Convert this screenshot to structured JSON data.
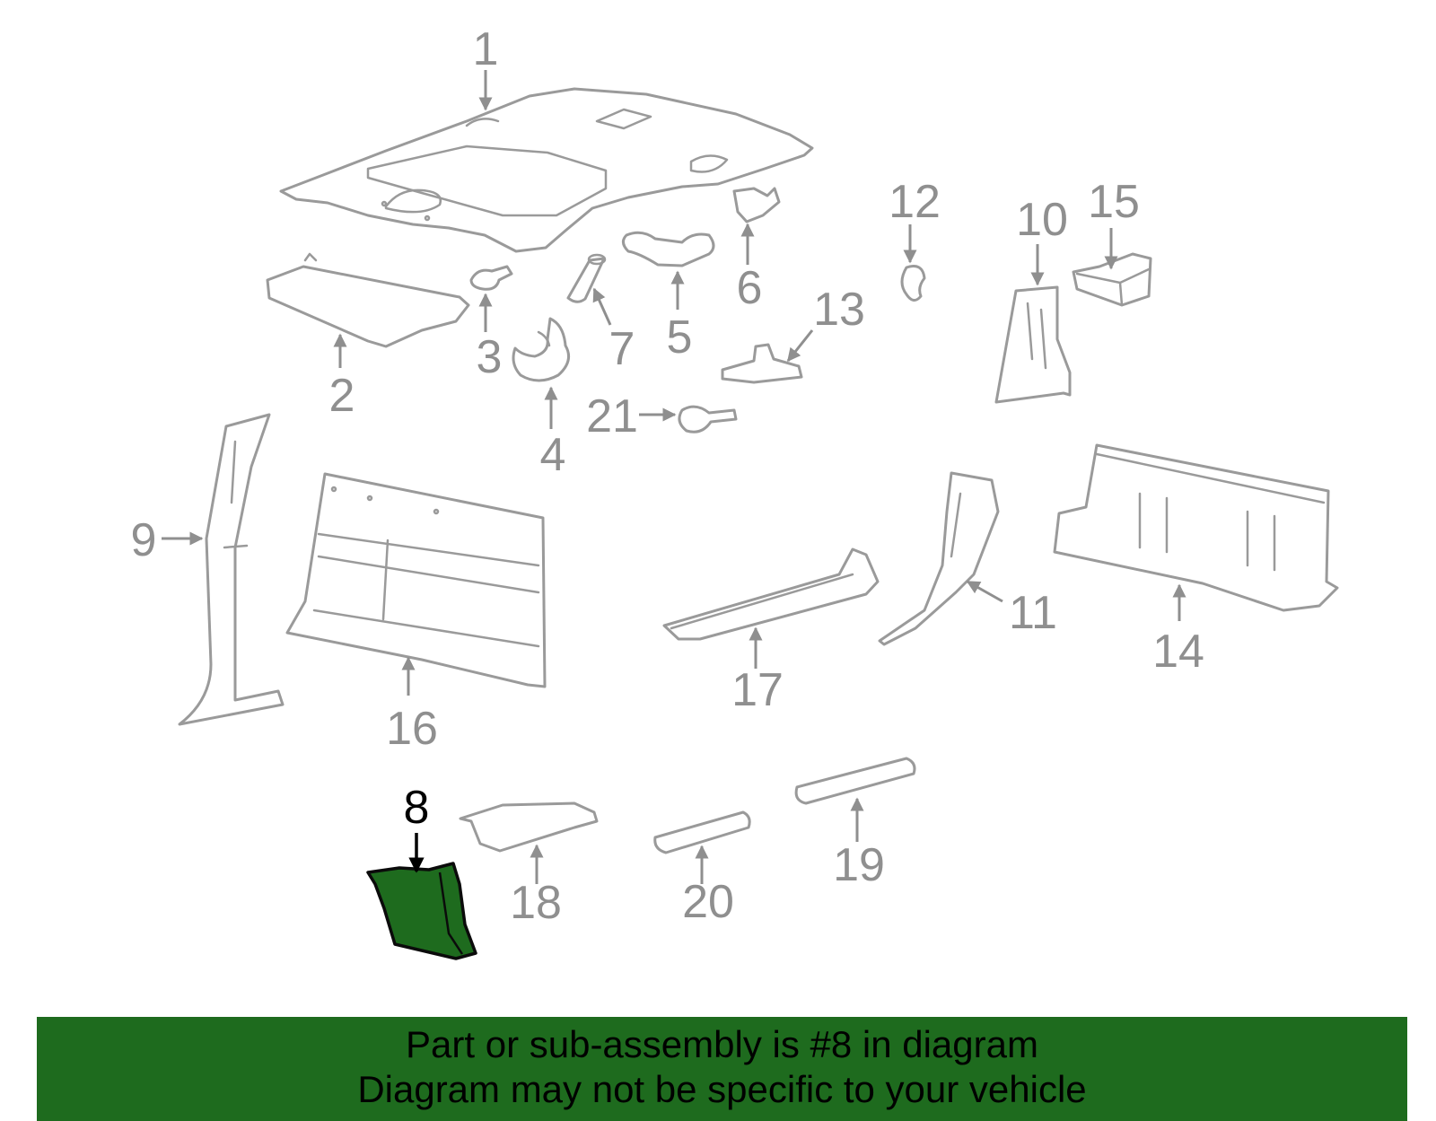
{
  "diagram": {
    "highlight_color": "#1e6b1e",
    "parts_color": "#9a9a9a",
    "callouts": [
      {
        "id": "1",
        "label": "1",
        "highlighted": false
      },
      {
        "id": "2",
        "label": "2",
        "highlighted": false
      },
      {
        "id": "3",
        "label": "3",
        "highlighted": false
      },
      {
        "id": "4",
        "label": "4",
        "highlighted": false
      },
      {
        "id": "5",
        "label": "5",
        "highlighted": false
      },
      {
        "id": "6",
        "label": "6",
        "highlighted": false
      },
      {
        "id": "7",
        "label": "7",
        "highlighted": false
      },
      {
        "id": "8",
        "label": "8",
        "highlighted": true
      },
      {
        "id": "9",
        "label": "9",
        "highlighted": false
      },
      {
        "id": "10",
        "label": "10",
        "highlighted": false
      },
      {
        "id": "11",
        "label": "11",
        "highlighted": false
      },
      {
        "id": "12",
        "label": "12",
        "highlighted": false
      },
      {
        "id": "13",
        "label": "13",
        "highlighted": false
      },
      {
        "id": "14",
        "label": "14",
        "highlighted": false
      },
      {
        "id": "15",
        "label": "15",
        "highlighted": false
      },
      {
        "id": "16",
        "label": "16",
        "highlighted": false
      },
      {
        "id": "17",
        "label": "17",
        "highlighted": false
      },
      {
        "id": "18",
        "label": "18",
        "highlighted": false
      },
      {
        "id": "19",
        "label": "19",
        "highlighted": false
      },
      {
        "id": "20",
        "label": "20",
        "highlighted": false
      },
      {
        "id": "21",
        "label": "21",
        "highlighted": false
      }
    ]
  },
  "banner": {
    "line1": "Part or sub-assembly is #8 in diagram",
    "line2": "Diagram may not be specific to your vehicle",
    "background_color": "#1e6b1e"
  }
}
